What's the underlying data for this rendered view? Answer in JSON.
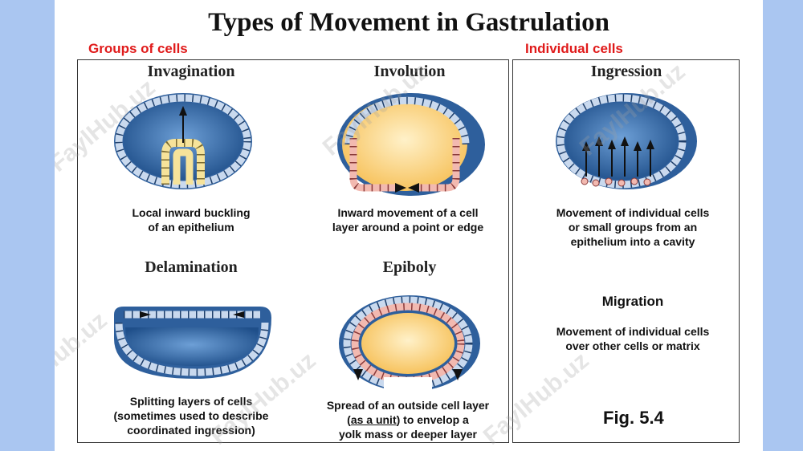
{
  "title": "Types of Movement in Gastrulation",
  "labels": {
    "groups": "Groups of cells",
    "individual": "Individual cells",
    "figure": "Fig. 5.4"
  },
  "movements": {
    "invagination": {
      "heading": "Invagination",
      "caption": [
        "Local inward buckling",
        "of an epithelium"
      ]
    },
    "involution": {
      "heading": "Involution",
      "caption": [
        "Inward movement of a cell",
        "layer around a point or edge"
      ]
    },
    "ingression": {
      "heading": "Ingression",
      "caption": [
        "Movement of individual cells",
        "or small groups from an",
        "epithelium into a cavity"
      ]
    },
    "delamination": {
      "heading": "Delamination",
      "caption": [
        "Splitting layers of cells",
        "(sometimes used to describe",
        "coordinated ingression)"
      ]
    },
    "epiboly": {
      "heading": "Epiboly",
      "caption_line1": "Spread of an outside cell layer",
      "caption_underlined": "as a unit",
      "caption_line2_pre": "(",
      "caption_line2_post": ") to envelop a",
      "caption_line3": "yolk mass or deeper layer"
    },
    "migration": {
      "heading": "Migration",
      "caption": [
        "Movement of individual cells",
        "over other cells or matrix"
      ]
    }
  },
  "watermark": "FaylHub.uz",
  "colors": {
    "background": "#aac6f1",
    "group_label": "#e01a1a",
    "blue_dark": "#1f4f8a",
    "blue_light": "#6d9fd6",
    "yolk": "#fbd27a",
    "cell_blue": "#c9d9ee",
    "cell_yellow": "#f6e39a",
    "cell_pink": "#f2b9b0"
  }
}
